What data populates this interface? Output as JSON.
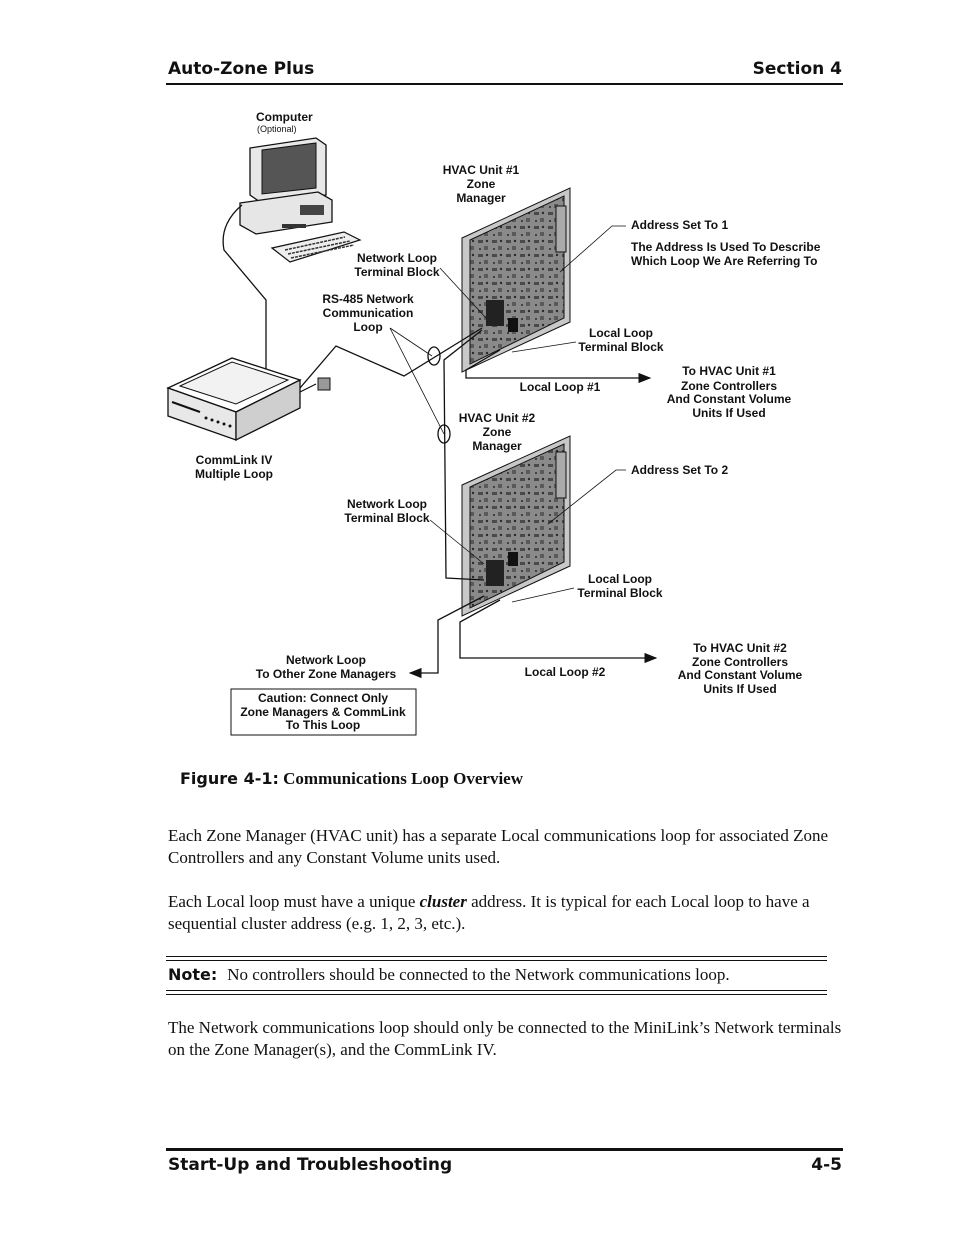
{
  "header": {
    "left": "Auto-Zone Plus",
    "right": "Section 4"
  },
  "footer": {
    "left": "Start-Up and Troubleshooting",
    "right": "4-5"
  },
  "diagram": {
    "computer": {
      "title": "Computer",
      "subtitle": "(Optional)"
    },
    "hvac1": {
      "line1": "HVAC Unit #1",
      "line2": "Zone",
      "line3": "Manager"
    },
    "hvac2": {
      "line1": "HVAC Unit #2",
      "line2": "Zone",
      "line3": "Manager"
    },
    "address1": "Address Set To 1",
    "address_desc": {
      "line1": "The Address Is Used To Describe",
      "line2": "Which Loop We Are Referring To"
    },
    "address2": "Address Set To 2",
    "net_term1": {
      "line1": "Network Loop",
      "line2": "Terminal Block"
    },
    "net_term2": {
      "line1": "Network Loop",
      "line2": "Terminal Block"
    },
    "rs485": {
      "line1": "RS-485 Network",
      "line2": "Communication",
      "line3": "Loop"
    },
    "local_term1": {
      "line1": "Local Loop",
      "line2": "Terminal Block"
    },
    "local_term2": {
      "line1": "Local Loop",
      "line2": "Terminal Block"
    },
    "local_loop1": "Local Loop #1",
    "local_loop2": "Local Loop #2",
    "to_hvac1": {
      "line1": "To HVAC Unit #1",
      "line2": "Zone Controllers",
      "line3": "And Constant Volume",
      "line4": "Units If Used"
    },
    "to_hvac2": {
      "line1": "To HVAC Unit #2",
      "line2": "Zone Controllers",
      "line3": "And Constant Volume",
      "line4": "Units If Used"
    },
    "commlink": {
      "line1": "CommLink IV",
      "line2": "Multiple Loop"
    },
    "net_other": {
      "line1": "Network Loop",
      "line2": "To Other Zone Managers"
    },
    "caution": {
      "line1": "Caution: Connect Only",
      "line2": "Zone Managers & CommLink",
      "line3": "To This Loop"
    }
  },
  "figure": {
    "number": "Figure 4-1:",
    "title": "Communications Loop Overview"
  },
  "paragraphs": {
    "p1": "Each Zone Manager (HVAC unit) has a separate Local communications loop for associated Zone Controllers and any Constant Volume units used.",
    "p2_before": "Each Local loop must have a unique ",
    "p2_emph": "cluster",
    "p2_after": " address. It is typical for each Local loop to have a sequential cluster address (e.g. 1, 2, 3, etc.).",
    "note_label": "Note:",
    "note_text": "No controllers should be connected to the Network communications loop.",
    "p3": "The Network communications loop should only be connected to the MiniLink’s Network terminals on the Zone Manager(s), and the CommLink IV."
  }
}
